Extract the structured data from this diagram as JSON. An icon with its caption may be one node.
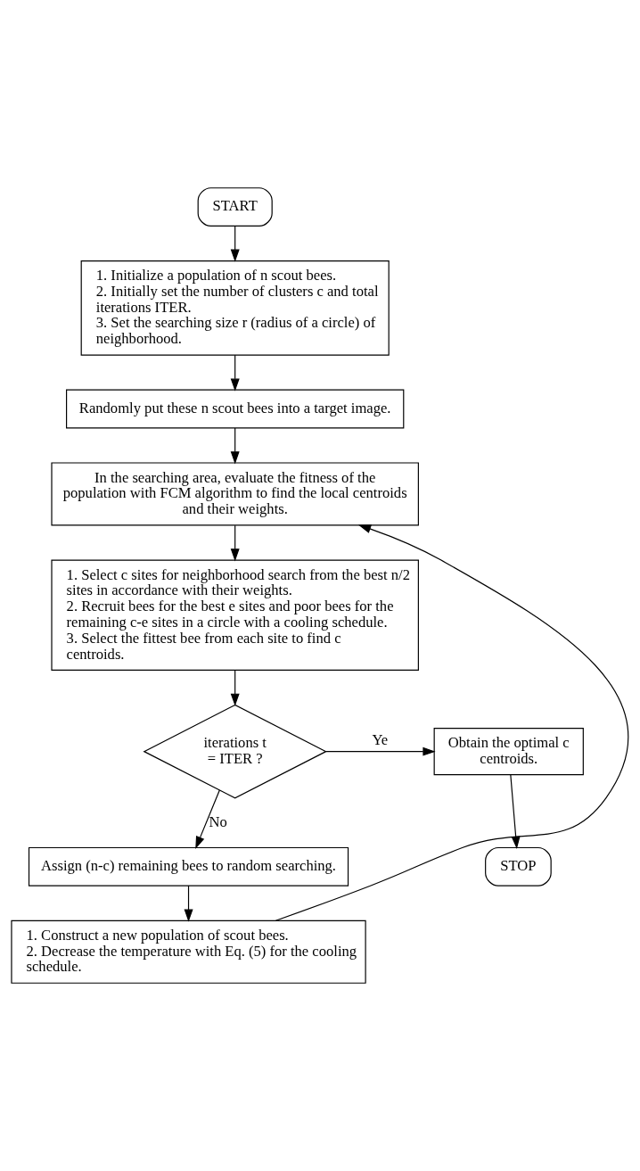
{
  "diagram": {
    "nodes": [
      {
        "text": [
          "START"
        ]
      },
      {
        "text": [
          "1. Initialize a population of n scout bees.",
          "2. Initially set the number of clusters c and total iterations ITER.",
          "3. Set the searching size r (radius of a circle) of neighborhood."
        ]
      },
      {
        "text": [
          "Randomly put these n scout bees into a target image."
        ]
      },
      {
        "text": [
          "In the searching area, evaluate the fitness of the population with FCM algorithm to find the local centroids and their weights."
        ]
      },
      {
        "text": [
          "1. Select c sites for neighborhood search from the best n/2 sites in accordance with their weights.",
          "2. Recruit bees for the best e sites and poor bees for the remaining c-e sites in a circle with a cooling schedule.",
          "3. Select the fittest bee from each site to find c centroids."
        ]
      },
      {
        "text": [
          "iterations t = ITER ?"
        ]
      },
      {
        "text": [
          "Obtain the optimal c centroids."
        ]
      },
      {
        "text": [
          "STOP"
        ]
      },
      {
        "text": [
          "Assign (n-c) remaining bees to random searching."
        ]
      },
      {
        "text": [
          "1. Construct a new population of scout bees.",
          "2. Decrease the temperature with Eq. (5) for the cooling schedule."
        ]
      }
    ],
    "edges": [
      {
        "from": 0,
        "to": 1,
        "arrow": "to"
      },
      {
        "from": 1,
        "to": 2,
        "arrow": "to"
      },
      {
        "from": 2,
        "to": 3,
        "arrow": "to"
      },
      {
        "from": 3,
        "to": 4,
        "arrow": "to"
      },
      {
        "from": 4,
        "to": 5,
        "arrow": "to"
      },
      {
        "from": 5,
        "to": 6,
        "arrow": "to",
        "label": "Ye"
      },
      {
        "from": 6,
        "to": 7,
        "arrow": "to"
      },
      {
        "from": 5,
        "to": 8,
        "arrow": "to",
        "label": "No"
      },
      {
        "from": 8,
        "to": 9,
        "arrow": "to"
      },
      {
        "from": 9,
        "to": 3,
        "arrow": "to"
      }
    ]
  }
}
